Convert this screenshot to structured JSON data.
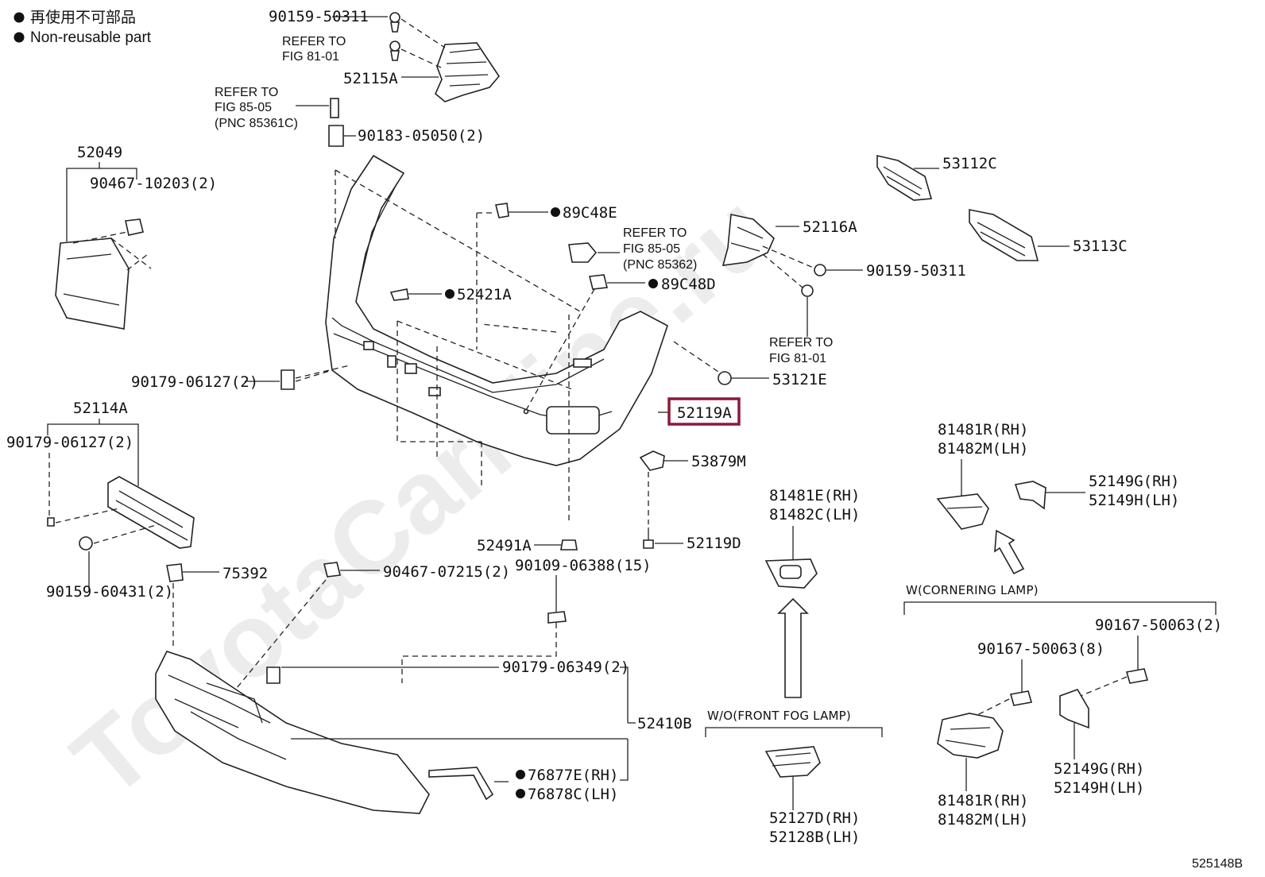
{
  "watermark": "ToyotaCarMine.ru",
  "legend": {
    "jp": "再使用不可部品",
    "en": "Non-reusable part"
  },
  "figure_id": "525148B",
  "labels": {
    "l_90159_50311_top": "90159-50311",
    "l_refer_81_01_top_a": "REFER TO",
    "l_refer_81_01_top_b": "FIG 81-01",
    "l_52115A": "52115A",
    "l_refer_85_05a_a": "REFER TO",
    "l_refer_85_05a_b": "FIG 85-05",
    "l_refer_85_05a_c": "(PNC 85361C)",
    "l_90183": "90183-05050(2)",
    "l_52049": "52049",
    "l_90467_10203": "90467-10203(2)",
    "l_89C48E": "89C48E",
    "l_refer_85_05b_a": "REFER TO",
    "l_refer_85_05b_b": "FIG 85-05",
    "l_refer_85_05b_c": "(PNC 85362)",
    "l_89C48D": "89C48D",
    "l_52421A": "52421A",
    "l_52116A": "52116A",
    "l_90159_50311_mid": "90159-50311",
    "l_refer_81_01_mid_a": "REFER TO",
    "l_refer_81_01_mid_b": "FIG 81-01",
    "l_53112C": "53112C",
    "l_53113C": "53113C",
    "l_53121E": "53121E",
    "l_52119A": "52119A",
    "l_90179_06127_a": "90179-06127(2)",
    "l_52114A": "52114A",
    "l_90179_06127_b": "90179-06127(2)",
    "l_90159_60431": "90159-60431(2)",
    "l_53879M": "53879M",
    "l_52491A": "52491A",
    "l_90109": "90109-06388(15)",
    "l_52119D": "52119D",
    "l_75392": "75392",
    "l_90467_07215": "90467-07215(2)",
    "l_90179_06349": "90179-06349(2)",
    "l_52410B": "52410B",
    "l_76877E": "76877E(RH)",
    "l_76878C": "76878C(LH)",
    "l_81481E": "81481E(RH)",
    "l_81482C": "81482C(LH)",
    "l_wo_fog": "W/O(FRONT FOG LAMP)",
    "l_52127D": "52127D(RH)",
    "l_52128B": "52128B(LH)",
    "l_81481R_top": "81481R(RH)",
    "l_81482M_top": "81482M(LH)",
    "l_52149G_top": "52149G(RH)",
    "l_52149H_top": "52149H(LH)",
    "l_w_cornering": "W(CORNERING LAMP)",
    "l_90167_2": "90167-50063(2)",
    "l_90167_8": "90167-50063(8)",
    "l_81481R_bot": "81481R(RH)",
    "l_81482M_bot": "81482M(LH)",
    "l_52149G_bot": "52149G(RH)",
    "l_52149H_bot": "52149H(LH)"
  },
  "colors": {
    "highlight": "#8b1a3a",
    "line": "#222222",
    "watermark": "#ececec"
  }
}
